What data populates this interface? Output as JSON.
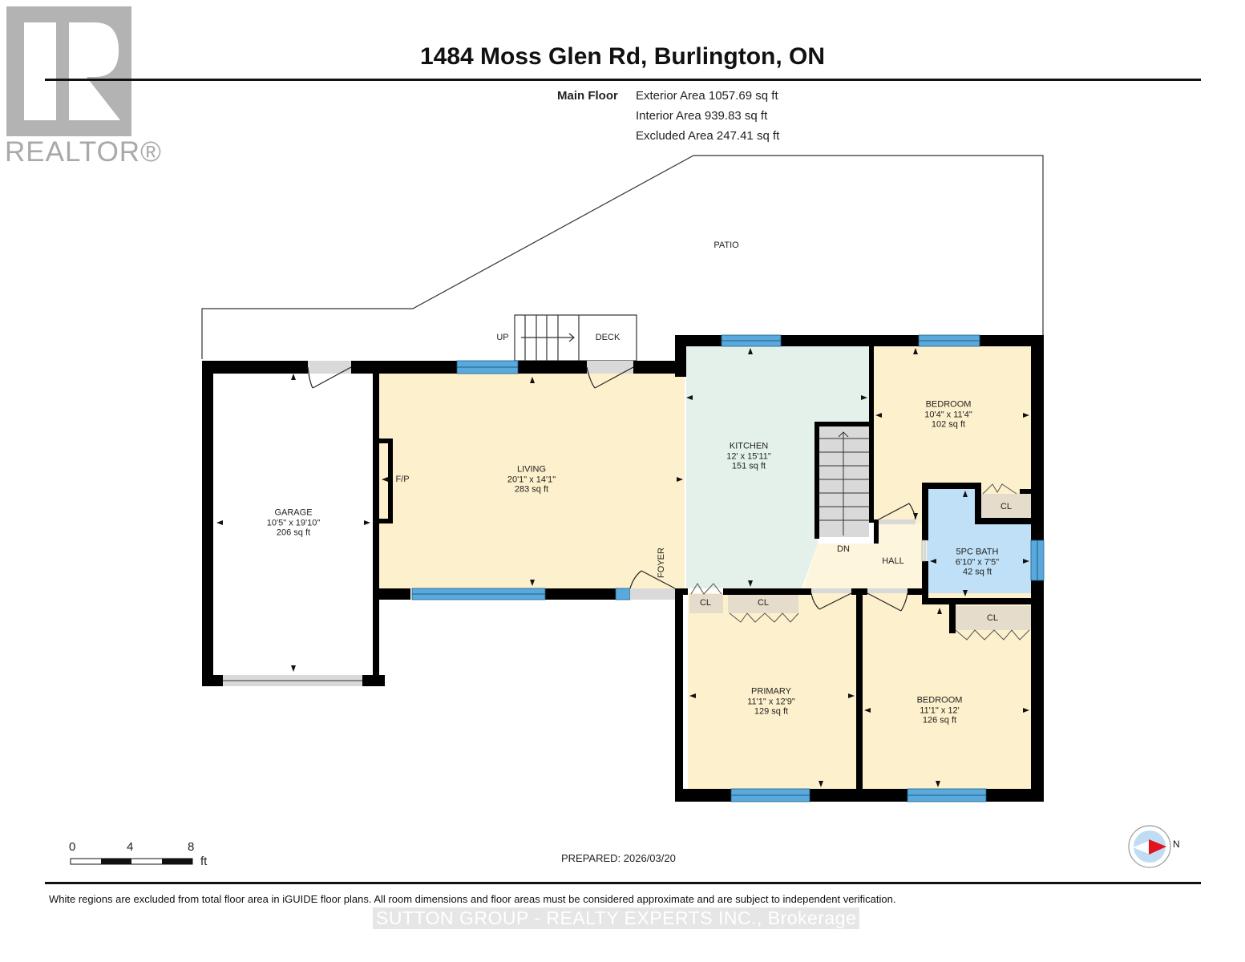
{
  "header": {
    "logo_text": "REALTOR®",
    "title": "1484 Moss Glen Rd, Burlington, ON"
  },
  "floor_summary": {
    "floor_name": "Main Floor",
    "exterior_area": "Exterior Area 1057.69 sq ft",
    "interior_area": "Interior Area 939.83 sq ft",
    "excluded_area": "Excluded Area 247.41 sq ft"
  },
  "colors": {
    "wall": "#000000",
    "window": "#5aa9dc",
    "door_threshold": "#d9d9d9",
    "living_bedroom_fill": "#fdf0cc",
    "kitchen_fill": "#e3f1ea",
    "bath_fill": "#bfe0f7",
    "closet_fill": "#e6dccb",
    "hall_fill": "#fdf5dc",
    "compass_red": "#e0141c",
    "compass_blue": "#bfdcf3"
  },
  "rooms": [
    {
      "name": "GARAGE",
      "dims": "10'5\" x 19'10\"",
      "area": "206 sq ft"
    },
    {
      "name": "LIVING",
      "dims": "20'1\" x 14'1\"",
      "area": "283 sq ft"
    },
    {
      "name": "KITCHEN",
      "dims": "12' x 15'11\"",
      "area": "151 sq ft"
    },
    {
      "name": "BEDROOM",
      "dims": "10'4\" x 11'4\"",
      "area": "102 sq ft"
    },
    {
      "name": "5PC BATH",
      "dims": "6'10\" x 7'5\"",
      "area": "42 sq ft"
    },
    {
      "name": "PRIMARY",
      "dims": "11'1\" x 12'9\"",
      "area": "129 sq ft"
    },
    {
      "name": "BEDROOM",
      "dims": "11'1\" x 12'",
      "area": "126 sq ft"
    }
  ],
  "labels": {
    "patio": "PATIO",
    "up": "UP",
    "deck": "DECK",
    "fireplace": "F/P",
    "foyer": "FOYER",
    "down": "DN",
    "hall": "HALL",
    "closet": "CL"
  },
  "scale_bar": {
    "ticks": [
      "0",
      "4",
      "8"
    ],
    "unit": "ft"
  },
  "compass": {
    "direction_label": "N"
  },
  "footer": {
    "prepared": "PREPARED: 2026/03/20",
    "disclaimer": "White regions are excluded from total floor area in iGUIDE floor plans. All room dimensions and floor areas must be considered approximate and are subject to independent verification.",
    "brokerage": "SUTTON GROUP - REALTY EXPERTS INC., Brokerage"
  }
}
